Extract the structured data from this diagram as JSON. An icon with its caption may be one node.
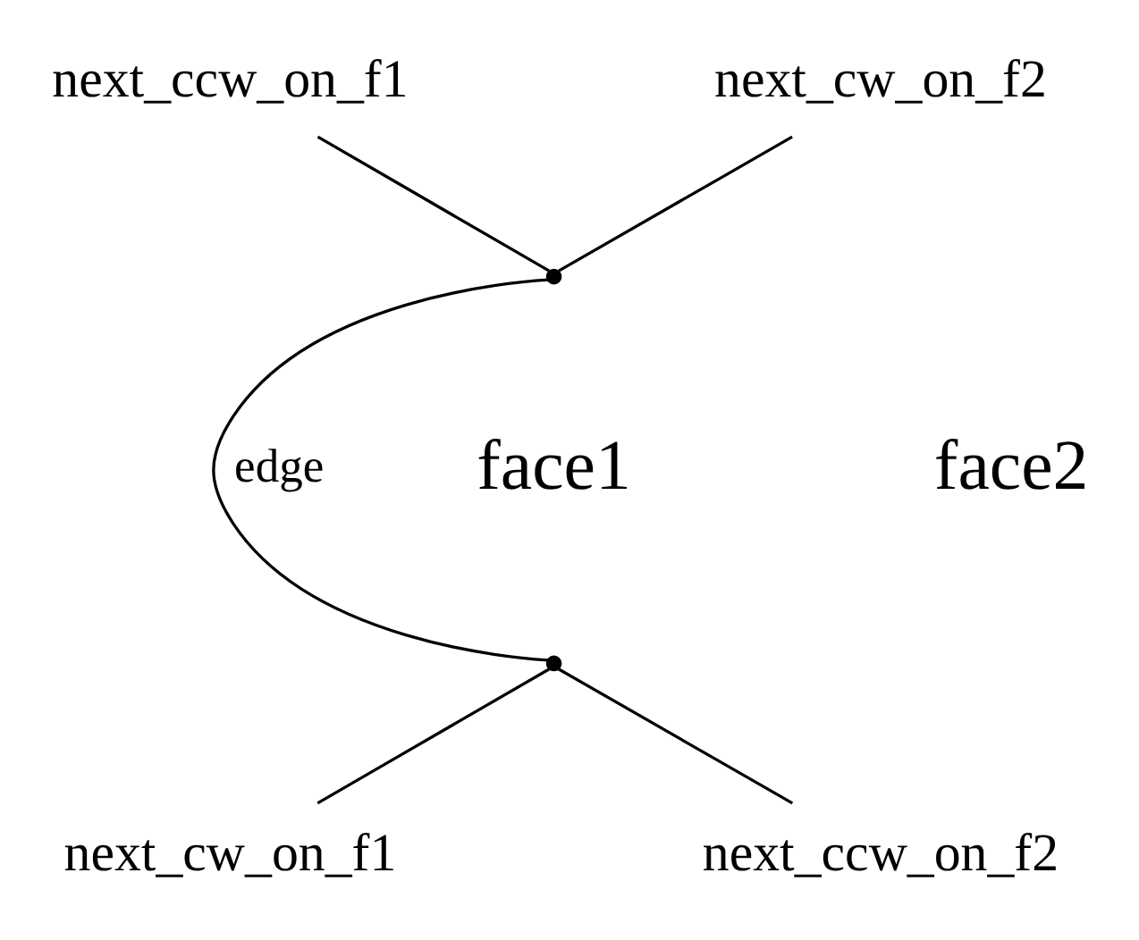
{
  "diagram": {
    "nodes": [
      {
        "text": [
          "next_ccw_on_f1"
        ]
      },
      {
        "text": [
          "next_cw_on_f2"
        ]
      },
      {
        "text": [],
        "shape": "point"
      },
      {
        "text": [],
        "shape": "point"
      },
      {
        "text": [
          "next_cw_on_f1"
        ]
      },
      {
        "text": [
          "next_ccw_on_f2"
        ]
      }
    ],
    "edges": [
      {
        "from": 0,
        "to": 2,
        "arrow": "none"
      },
      {
        "from": 1,
        "to": 2,
        "arrow": "none"
      },
      {
        "from": 2,
        "to": 3,
        "arrow": "none",
        "label": "edge"
      },
      {
        "from": 3,
        "to": 4,
        "arrow": "none"
      },
      {
        "from": 3,
        "to": 5,
        "arrow": "none"
      }
    ],
    "labels": [
      "face1",
      "face2"
    ]
  }
}
